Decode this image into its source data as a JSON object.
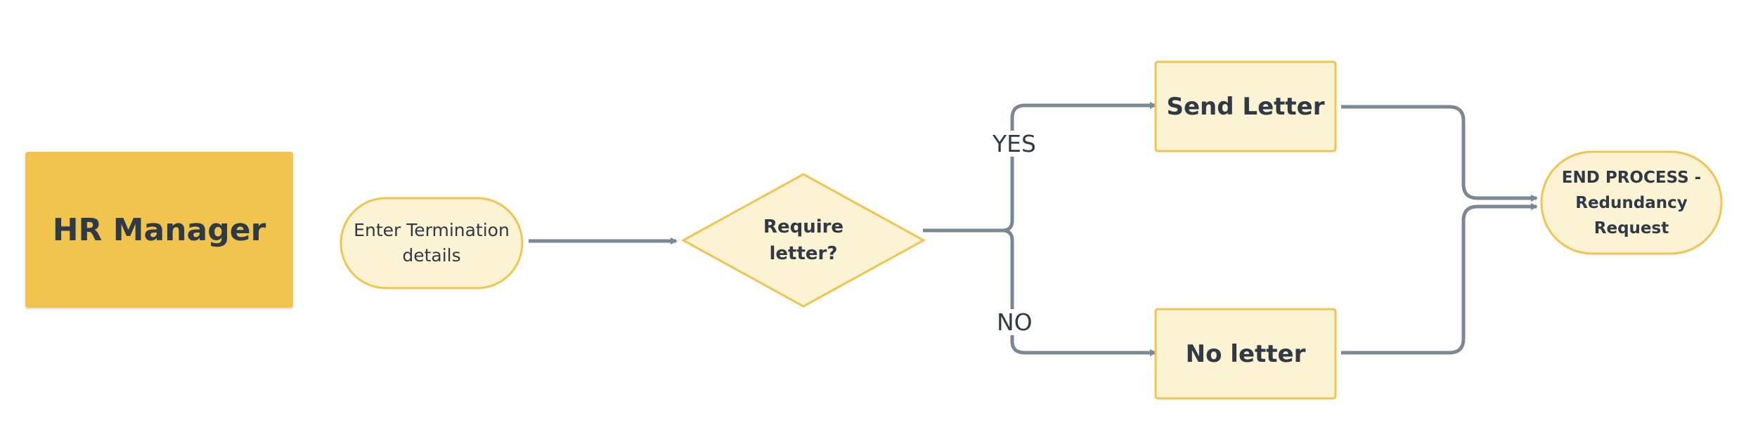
{
  "lane": {
    "label": "HR Manager"
  },
  "nodes": {
    "start": {
      "label": "Enter Termination details"
    },
    "decision": {
      "label": "Require letter?"
    },
    "send_letter": {
      "label": "Send Letter"
    },
    "no_letter": {
      "label": "No letter"
    },
    "end": {
      "label": "END PROCESS - Redundancy Request"
    }
  },
  "edges": {
    "yes": {
      "label": "YES"
    },
    "no": {
      "label": "NO"
    }
  },
  "colors": {
    "lane_fill": "#f0c44f",
    "node_fill": "#fbf3d4",
    "node_stroke": "#f0c44f",
    "connector": "#7b8794",
    "text": "#2f3a45"
  }
}
